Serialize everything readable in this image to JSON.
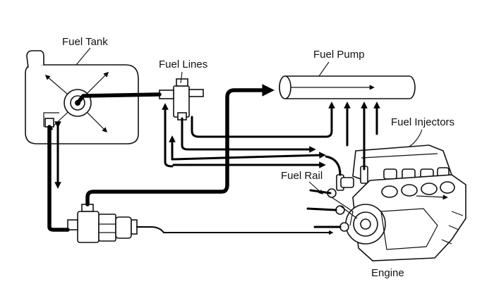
{
  "labels": {
    "fuel_tank": "Fuel Tank",
    "fuel_lines": "Fuel Lines",
    "fuel_pump": "Fuel Pump",
    "fuel_injectors": "Fuel Injectors",
    "fuel_rail": "Fuel Rail",
    "engine": "Engine"
  },
  "colors": {
    "line": "#000000",
    "background": "#ffffff"
  }
}
